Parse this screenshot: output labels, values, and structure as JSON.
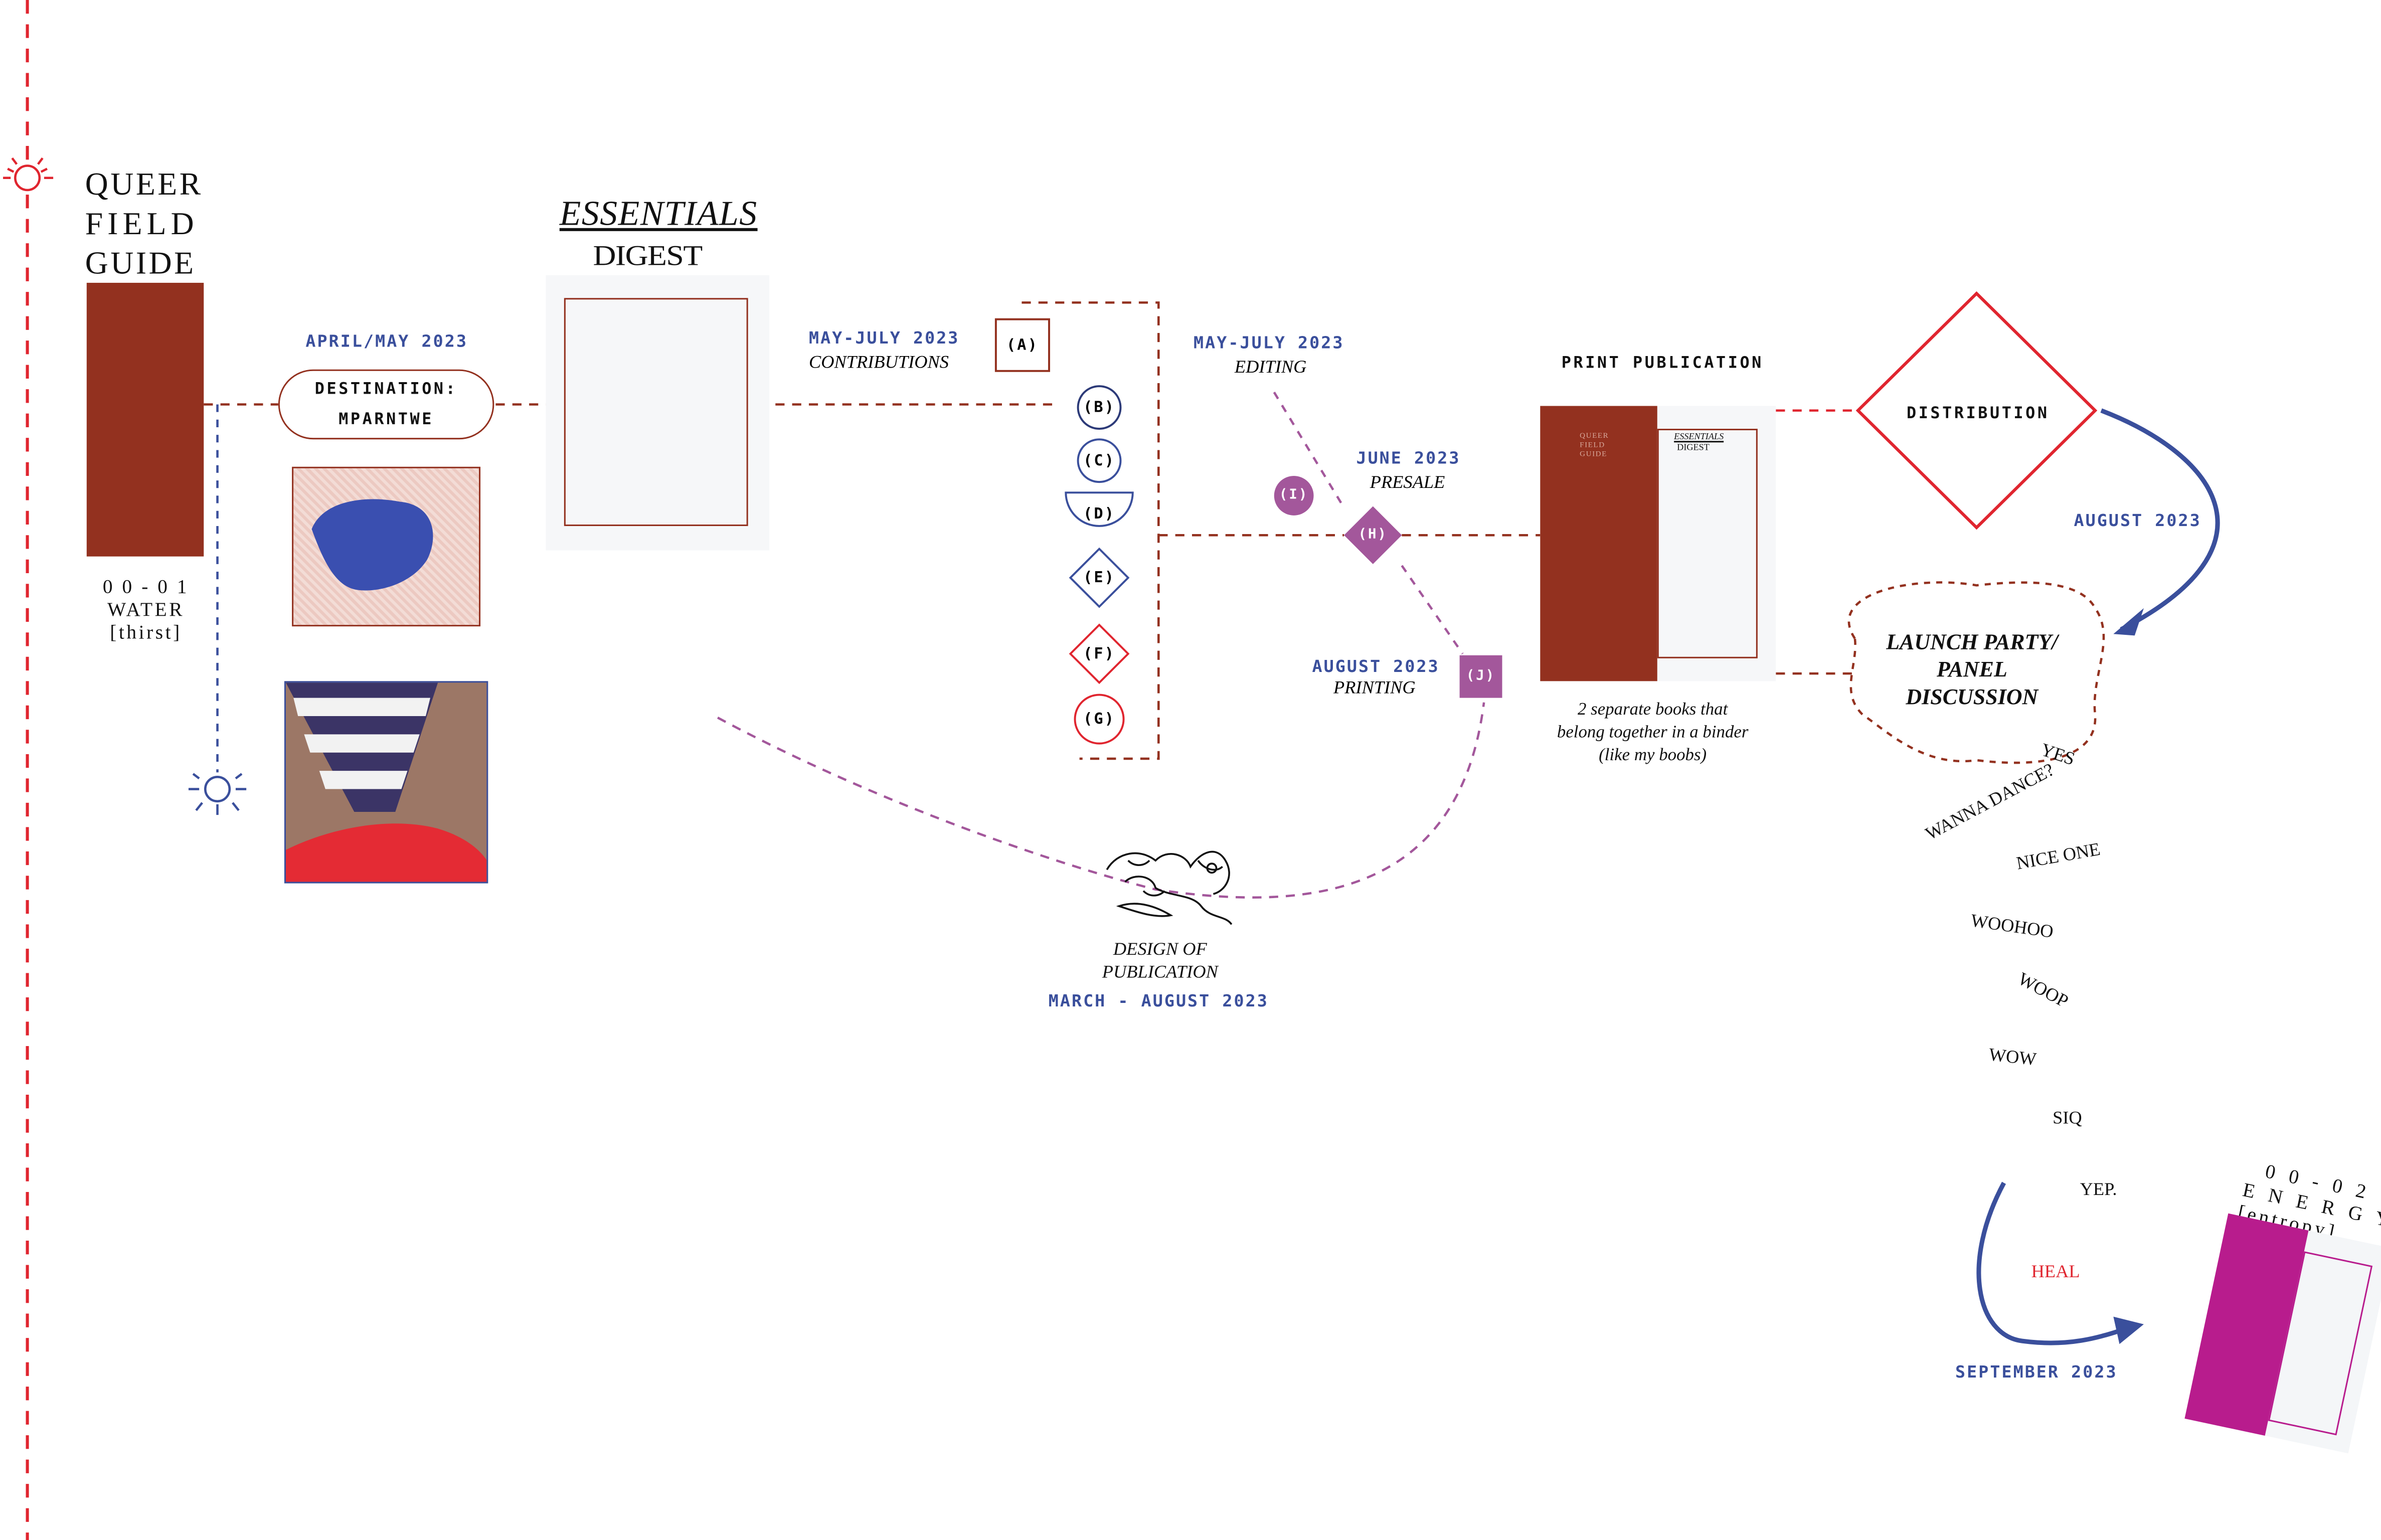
{
  "colors": {
    "rust": "#93311f",
    "red": "#e0252f",
    "blue": "#3a4f9c",
    "purple": "#a3579b",
    "magenta": "#b81c8d",
    "panel": "#f6f7f9"
  },
  "header": {
    "title_lines": [
      "QUEER",
      "FIELD",
      "GUIDE"
    ]
  },
  "water": {
    "code": "0 0 - 0 1",
    "name": "WATER",
    "sub": "[thirst]"
  },
  "destination": {
    "date": "APRIL/MAY 2023",
    "label_line1": "DESTINATION:",
    "label_line2": "MPARNTWE"
  },
  "essentials": {
    "title": "ESSENTIALS",
    "subtitle": "DIGEST"
  },
  "contributions": {
    "date": "MAY-JULY 2023",
    "label": "CONTRIBUTIONS"
  },
  "contributors": [
    "(A)",
    "(B)",
    "(C)",
    "(D)",
    "(E)",
    "(F)",
    "(G)"
  ],
  "editing": {
    "date": "MAY-JULY 2023",
    "label": "EDITING"
  },
  "presale": {
    "date": "JUNE 2023",
    "label": "PRESALE",
    "h": "(H)",
    "i": "(I)"
  },
  "printing": {
    "date": "AUGUST 2023",
    "label": "PRINTING",
    "j": "(J)"
  },
  "design": {
    "line1": "DESIGN OF",
    "line2": "PUBLICATION",
    "date": "MARCH - AUGUST 2023"
  },
  "print_publication": {
    "title": "PRINT PUBLICATION",
    "book1_lines": [
      "QUEER",
      "FIELD",
      "GUIDE"
    ],
    "book2_title": "ESSENTIALS",
    "book2_sub": "DIGEST",
    "caption_lines": [
      "2 separate books that",
      "belong together in a binder",
      "(like my boobs)"
    ]
  },
  "distribution": {
    "label": "DISTRIBUTION",
    "date": "AUGUST 2023"
  },
  "launch": {
    "lines": [
      "LAUNCH PARTY/",
      "PANEL",
      "DISCUSSION"
    ]
  },
  "chatter": {
    "yes": "YES",
    "wanna": "WANNA DANCE?",
    "nice": "NICE ONE",
    "woohoo": "WOOHOO",
    "woop": "WOOP",
    "wow": "WOW",
    "siq": "SIQ",
    "yep": "YEP.",
    "heal": "HEAL"
  },
  "energy": {
    "date": "SEPTEMBER 2023",
    "code": "0 0 - 0 2",
    "name": "E N E R G Y",
    "sub": "[entropy]"
  }
}
